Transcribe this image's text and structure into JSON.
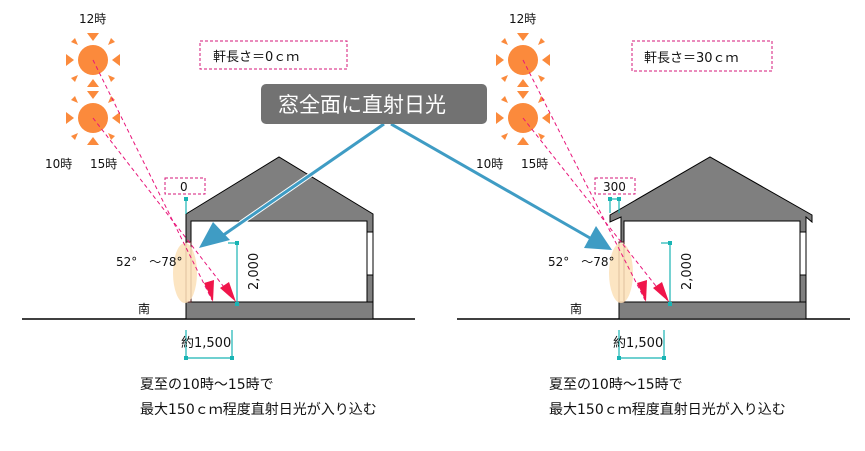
{
  "callout": {
    "text": "窓全面に直射日光",
    "bg_color": "#727272",
    "arrow_color": "#3f9cc4"
  },
  "colors": {
    "sun": "#fb8a3c",
    "sun_ray_line": "#e8157a",
    "arrow_head": "#f0154a",
    "house_fill": "#7f7f7f",
    "dimension": "#19b4b4",
    "dashed_box": "#d6177a",
    "glare_ellipse": "#fbe1b7"
  },
  "panels": [
    {
      "id": "left",
      "sun_top_label": "12時",
      "sun_bottom_labels": [
        "10時",
        "15時"
      ],
      "eave_length_label": "軒長さ＝0ｃｍ",
      "eave_dim_value": "0",
      "angle_label": "52°　～78°",
      "direction_label": "南",
      "height_dim": "2,000",
      "depth_dim": "約1,500",
      "caption_line1": "夏至の10時～15時で",
      "caption_line2": "最大150ｃｍ程度直射日光が入り込む"
    },
    {
      "id": "right",
      "sun_top_label": "12時",
      "sun_bottom_labels": [
        "10時",
        "15時"
      ],
      "eave_length_label": "軒長さ＝30ｃｍ",
      "eave_dim_value": "300",
      "angle_label": "52°　～78°",
      "direction_label": "南",
      "height_dim": "2,000",
      "depth_dim": "約1,500",
      "caption_line1": "夏至の10時～15時で",
      "caption_line2": "最大150ｃｍ程度直射日光が入り込む"
    }
  ]
}
